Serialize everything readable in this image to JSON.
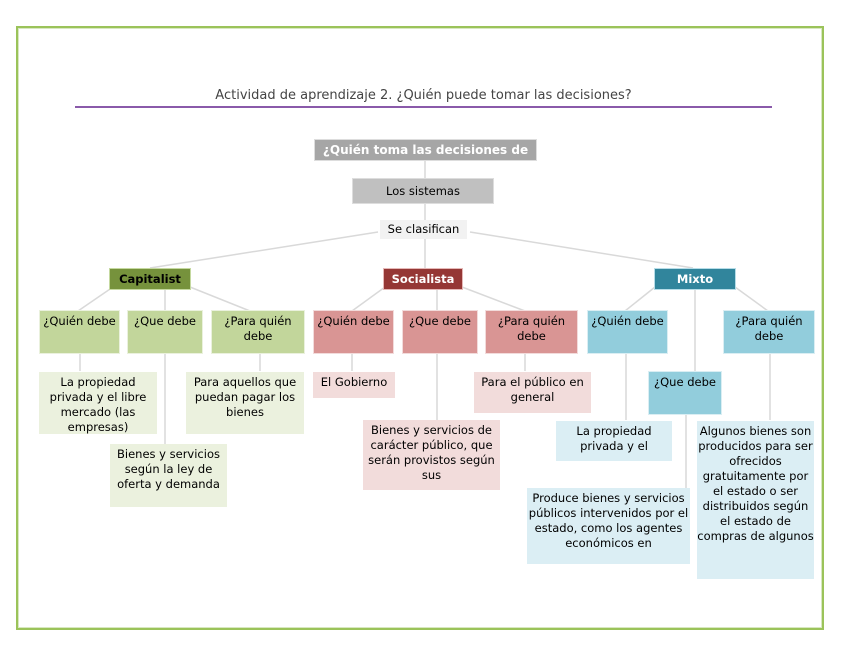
{
  "page": {
    "title": "Actividad de aprendizaje 2. ¿Quién puede tomar las decisiones?"
  },
  "colors": {
    "frame": "#9bc35a",
    "title_rule": "#8a5aaa",
    "capitalist": "#76923c",
    "socialista": "#953735",
    "mixto": "#31859c"
  },
  "diagram": {
    "root": "¿Quién toma las decisiones de",
    "systems": "Los sistemas",
    "classify": "Se clasifican",
    "branches": {
      "capitalist": {
        "label": "Capitalist",
        "q_who": "¿Quién debe",
        "q_what": "¿Que debe",
        "q_for": "¿Para quién debe",
        "a_who": "La propiedad privada y el libre mercado (las empresas)",
        "a_what": "Bienes y servicios según la ley de oferta y demanda",
        "a_for": "Para aquellos que puedan pagar los bienes"
      },
      "socialista": {
        "label": "Socialista",
        "q_who": "¿Quién debe",
        "q_what": "¿Que debe",
        "q_for": "¿Para quién debe",
        "a_who": "El Gobierno",
        "a_what": "Bienes y servicios de carácter público, que serán provistos según sus",
        "a_for": "Para el público en general"
      },
      "mixto": {
        "label": "Mixto",
        "q_who": "¿Quién debe",
        "q_what": "¿Que debe",
        "q_for": "¿Para quién debe",
        "a_who": "La propiedad privada y el",
        "a_what": "Produce bienes y servicios públicos intervenidos por el estado, como los agentes económicos en",
        "a_for": "Algunos bienes son producidos para ser ofrecidos gratuitamente por el estado o ser distribuidos según el estado de compras de algunos"
      }
    }
  }
}
